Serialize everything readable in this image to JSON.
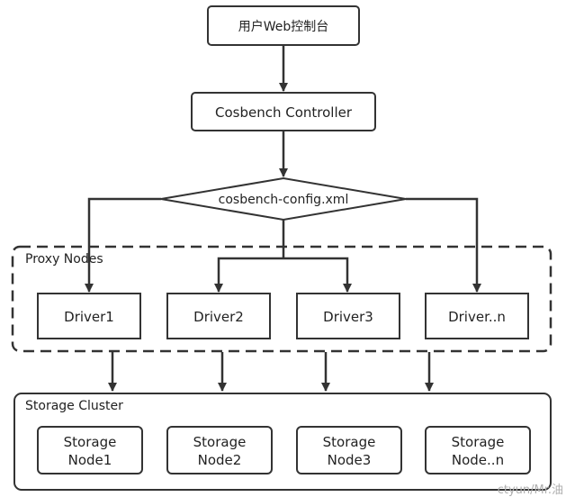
{
  "nodes": {
    "web_console": "用户Web控制台",
    "controller": "Cosbench Controller",
    "config": "cosbench-config.xml",
    "proxy_group": "Proxy Nodes",
    "storage_group": "Storage Cluster",
    "drivers": [
      "Driver1",
      "Driver2",
      "Driver3",
      "Driver..n"
    ],
    "storage_nodes": [
      [
        "Storage",
        "Node1"
      ],
      [
        "Storage",
        "Node2"
      ],
      [
        "Storage",
        "Node3"
      ],
      [
        "Storage",
        "Node..n"
      ]
    ]
  },
  "watermark": "ctyun/Mr.油",
  "colors": {
    "stroke": "#333333",
    "text": "#222222",
    "fill": "#ffffff"
  }
}
